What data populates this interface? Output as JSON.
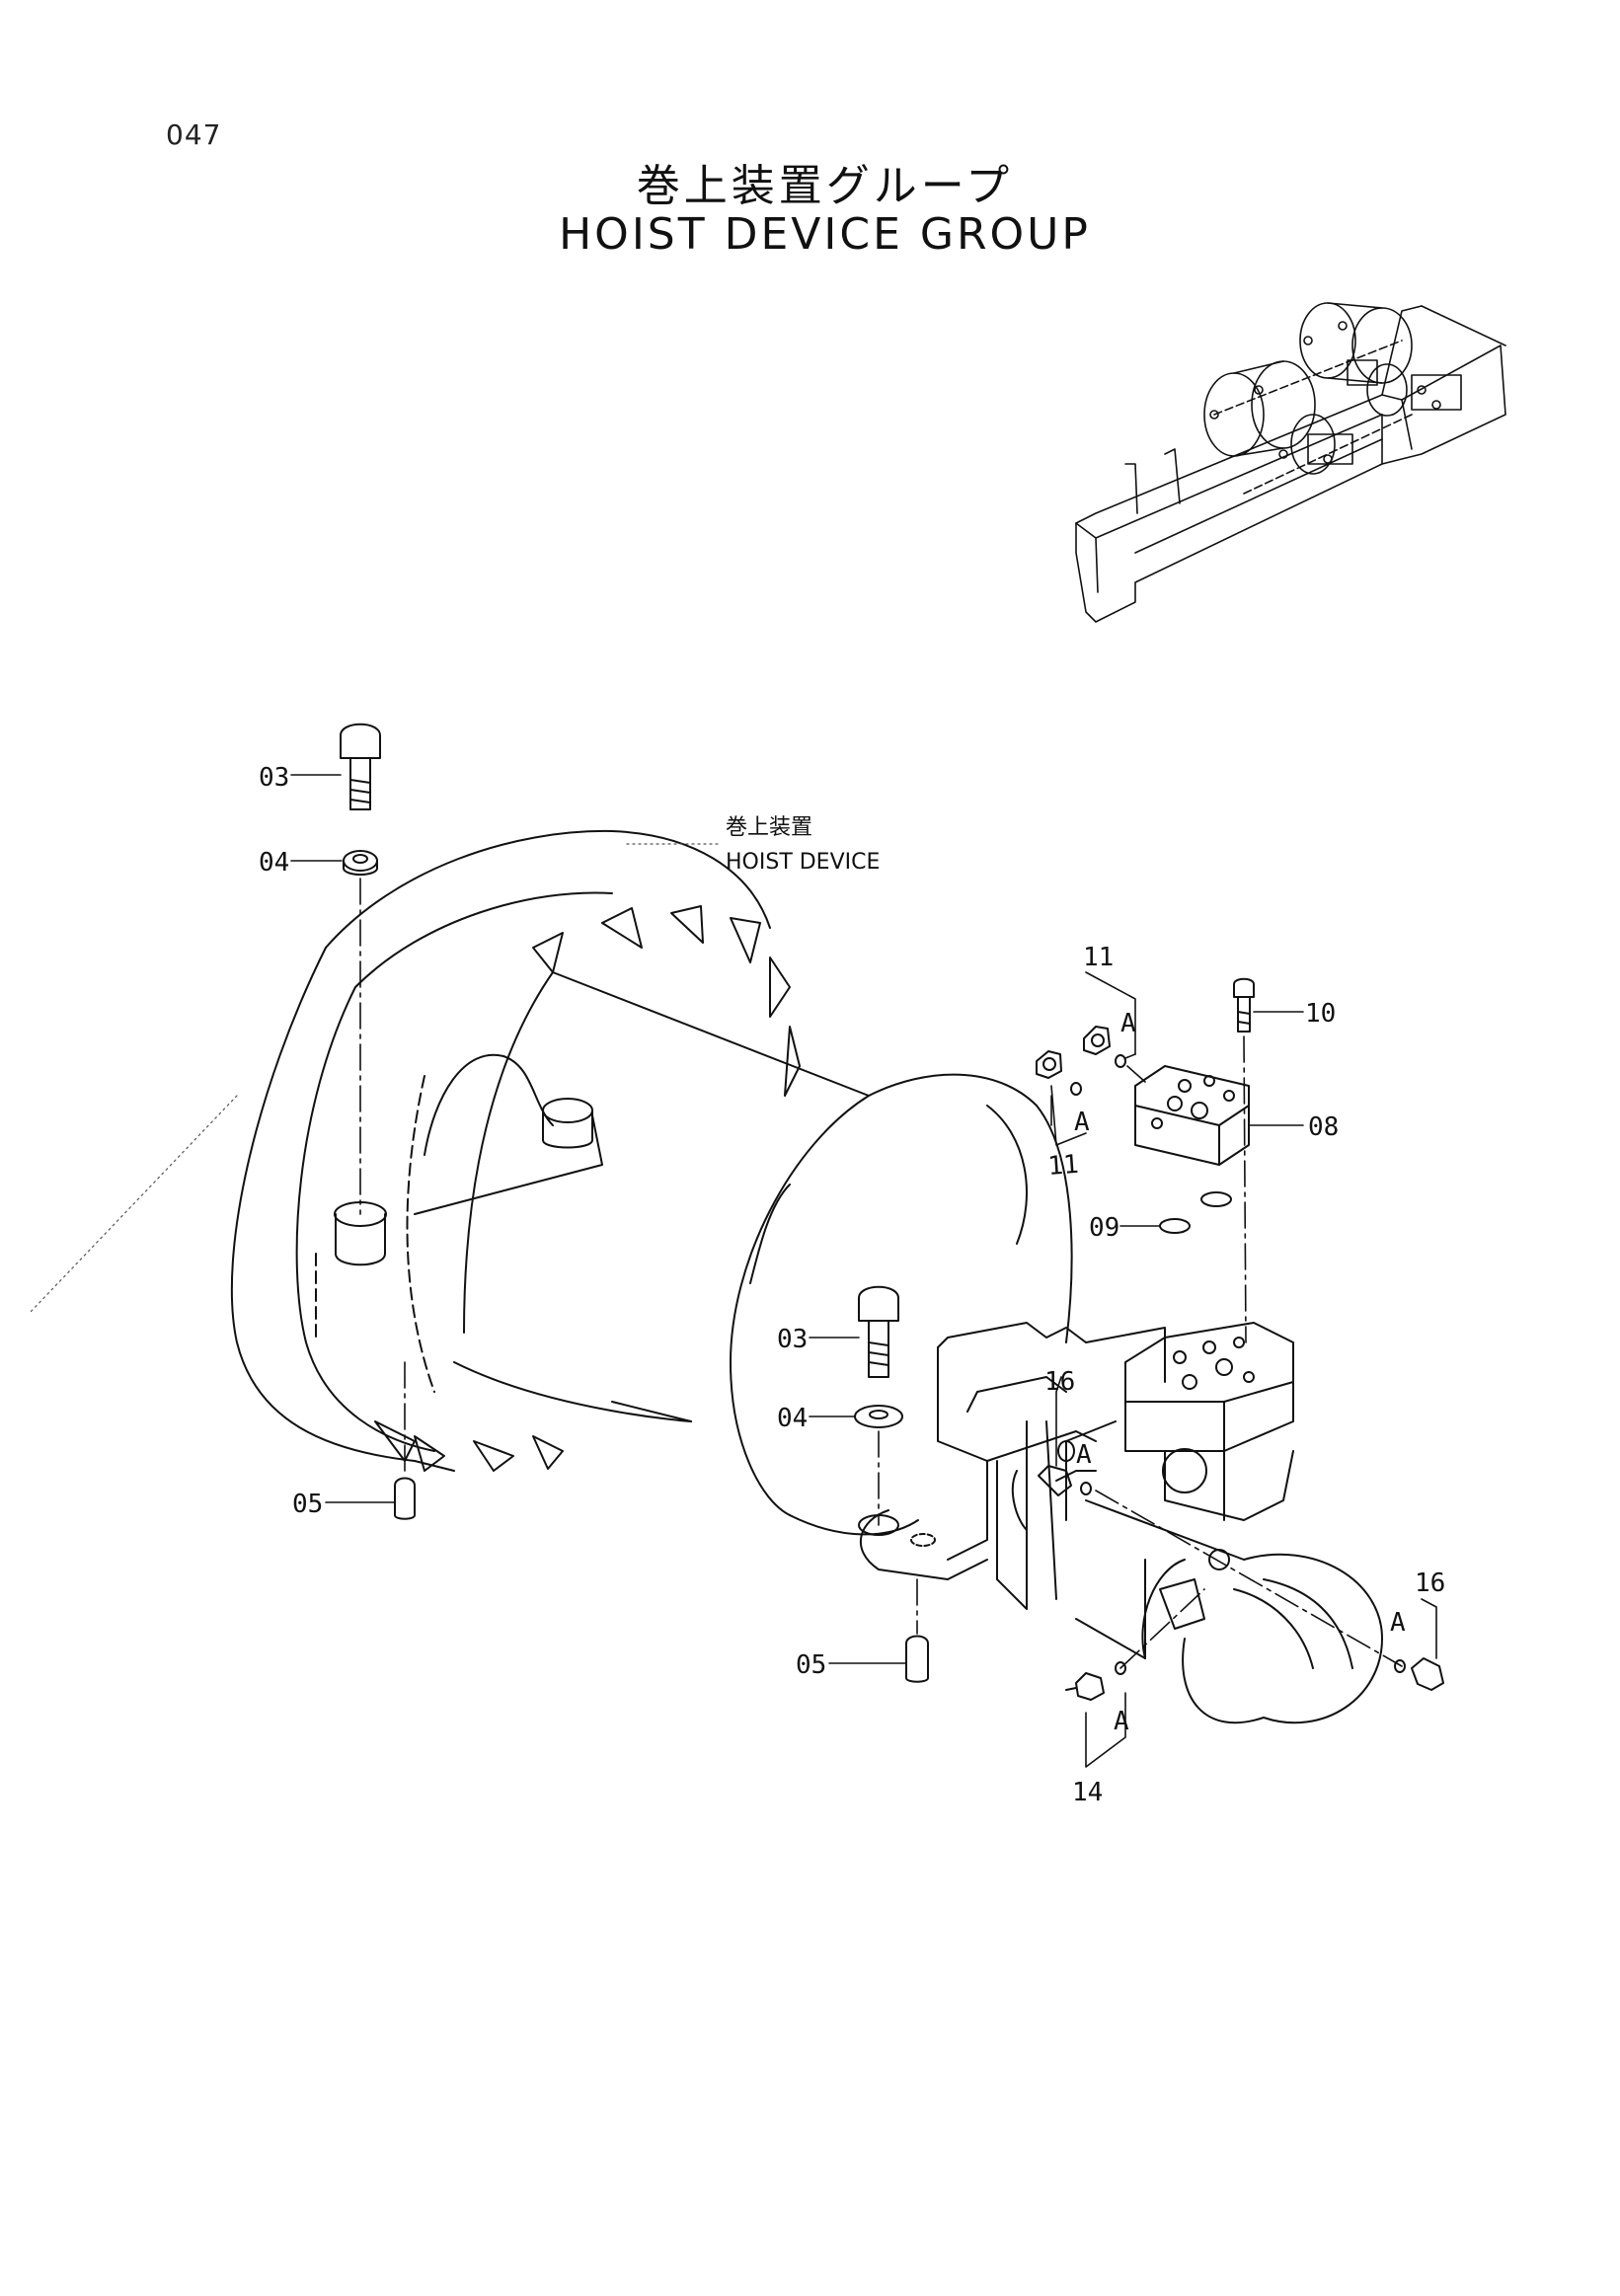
{
  "page_number": "047",
  "title": {
    "japanese": "巻上装置グループ",
    "english": "HOIST DEVICE GROUP"
  },
  "callout": {
    "japanese": "巻上装置",
    "english": "HOIST DEVICE"
  },
  "part_labels": {
    "p03a": "03",
    "p04a": "04",
    "p05a": "05",
    "p03b": "03",
    "p04b": "04",
    "p05b": "05",
    "p08": "08",
    "p09": "09",
    "p10": "10",
    "p11a": "11",
    "p11b": "11",
    "p14": "14",
    "p16a": "16",
    "p16b": "16"
  },
  "ref_markers": {
    "a1": "A",
    "a2": "A",
    "a3": "A",
    "a4": "A",
    "a5": "A"
  }
}
